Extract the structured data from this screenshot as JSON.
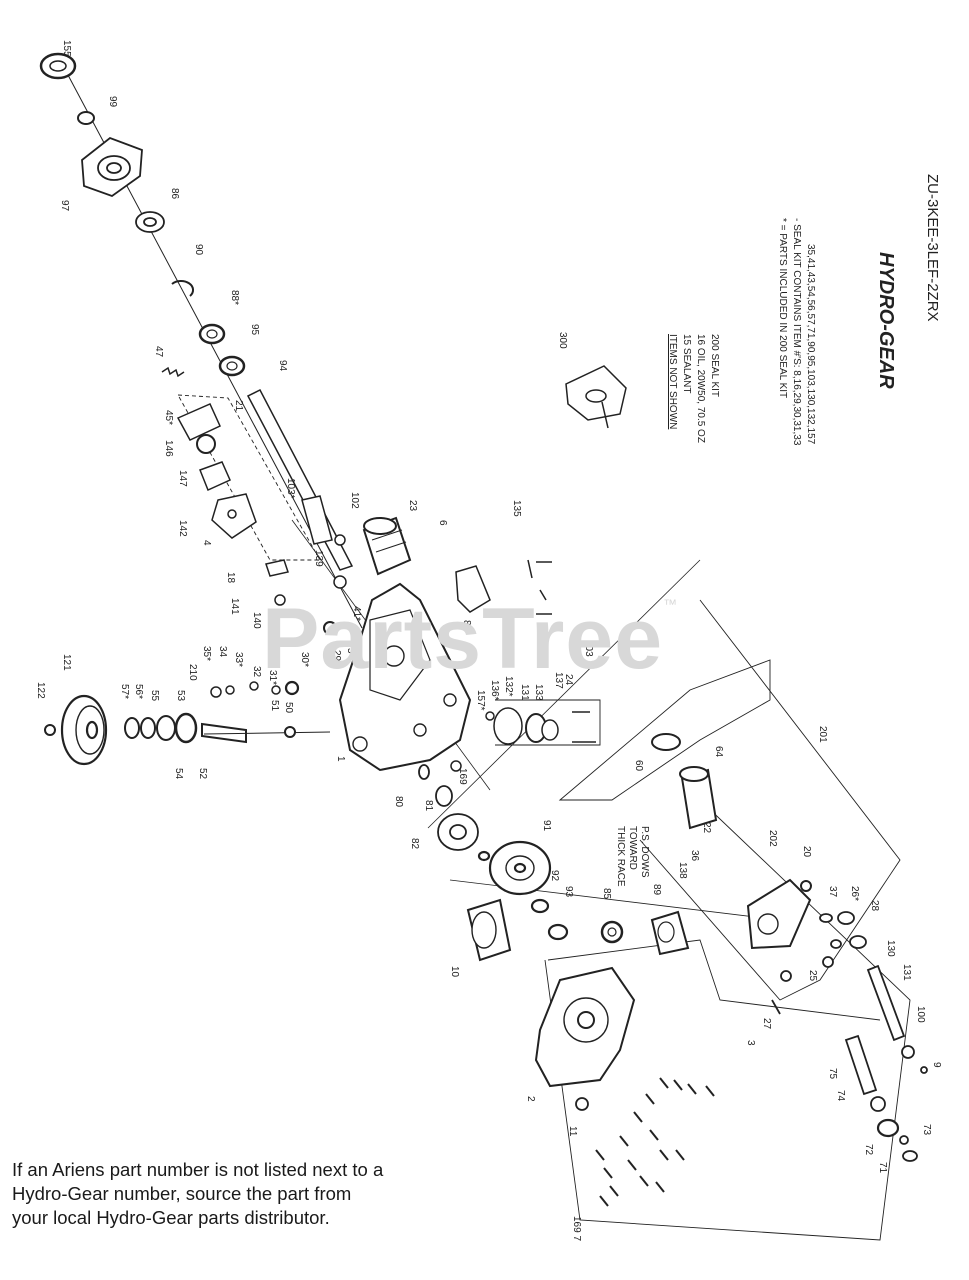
{
  "watermark": {
    "brand": "PartsTree",
    "mark": "™"
  },
  "logo": {
    "brand": "HYDRO-GEAR"
  },
  "model_code": "ZU-3KEE-3LEF-2ZRX",
  "notes": {
    "items_not_shown_heading": "ITEMS NOT SHOWN",
    "items_not_shown_lines": [
      "15 SEALANT",
      "16 OIL, 20W50, 70.5 OZ",
      "200 SEAL KIT"
    ],
    "kit_lines": [
      "* = PARTS INCLUDED IN 200 SEAL KIT",
      "- SEAL KIT CONTAINS ITEM #'S: 8,16,29,30,31,33",
      "35,41,43,54,56,57,71,90,95,103,130,132,157"
    ],
    "thick_race_lines": [
      "THICK RACE",
      "TOWARD",
      "P.S. DOWS"
    ]
  },
  "footnote_lines": [
    "If an Ariens part number is not listed next to a",
    "Hydro-Gear number, source the part from",
    "your local Hydro-Gear parts distributor."
  ],
  "callouts": {
    "c155": "155",
    "c99": "99",
    "c97": "97",
    "c86": "86",
    "c90": "90",
    "c88": "88*",
    "c95": "95",
    "c94": "94",
    "c47": "47",
    "c21": "21",
    "c45": "45*",
    "c146": "146",
    "c147": "147",
    "c142": "142",
    "c4": "4",
    "c103": "103*",
    "c102": "102",
    "c23": "23",
    "c139": "139",
    "c18": "18",
    "c141": "141",
    "c140": "140",
    "c41": "41*",
    "c5": "5",
    "c122": "122",
    "c121": "121",
    "c57": "57*",
    "c56": "56*",
    "c55": "55",
    "c53": "53",
    "c210": "210",
    "c35": "35*",
    "c34": "34",
    "c33": "33*",
    "c32": "32",
    "c31": "31*",
    "c30": "30*",
    "c29": "29",
    "c51": "51",
    "c50": "50",
    "c54": "54",
    "c52": "52",
    "c1": "1",
    "c6": "6",
    "c8": "8*",
    "c135": "135",
    "c157": "157*",
    "c136": "136*",
    "c132": "132*",
    "c131": "131",
    "c133": "133",
    "c137": "137",
    "c203": "203",
    "c24": "24",
    "c169": "169",
    "c80": "80",
    "c81": "81",
    "c82": "82",
    "c91": "91",
    "c92": "92",
    "c93": "93",
    "c85": "85",
    "c89": "89",
    "c10": "10",
    "c60": "60",
    "c64": "64",
    "c201": "201",
    "c22": "22",
    "c138": "138",
    "c36": "36",
    "c202": "202",
    "c20": "20",
    "c37": "37",
    "c26": "26*",
    "c28": "28",
    "c25": "25",
    "c130": "130",
    "c131b": "131",
    "c100": "100",
    "c9": "9",
    "c75": "75",
    "c74": "74",
    "c73": "73",
    "c72": "72",
    "c71": "71",
    "c11": "11",
    "c2": "2",
    "c3": "3",
    "c27": "27",
    "c1697": "169 7",
    "c300": "300"
  }
}
